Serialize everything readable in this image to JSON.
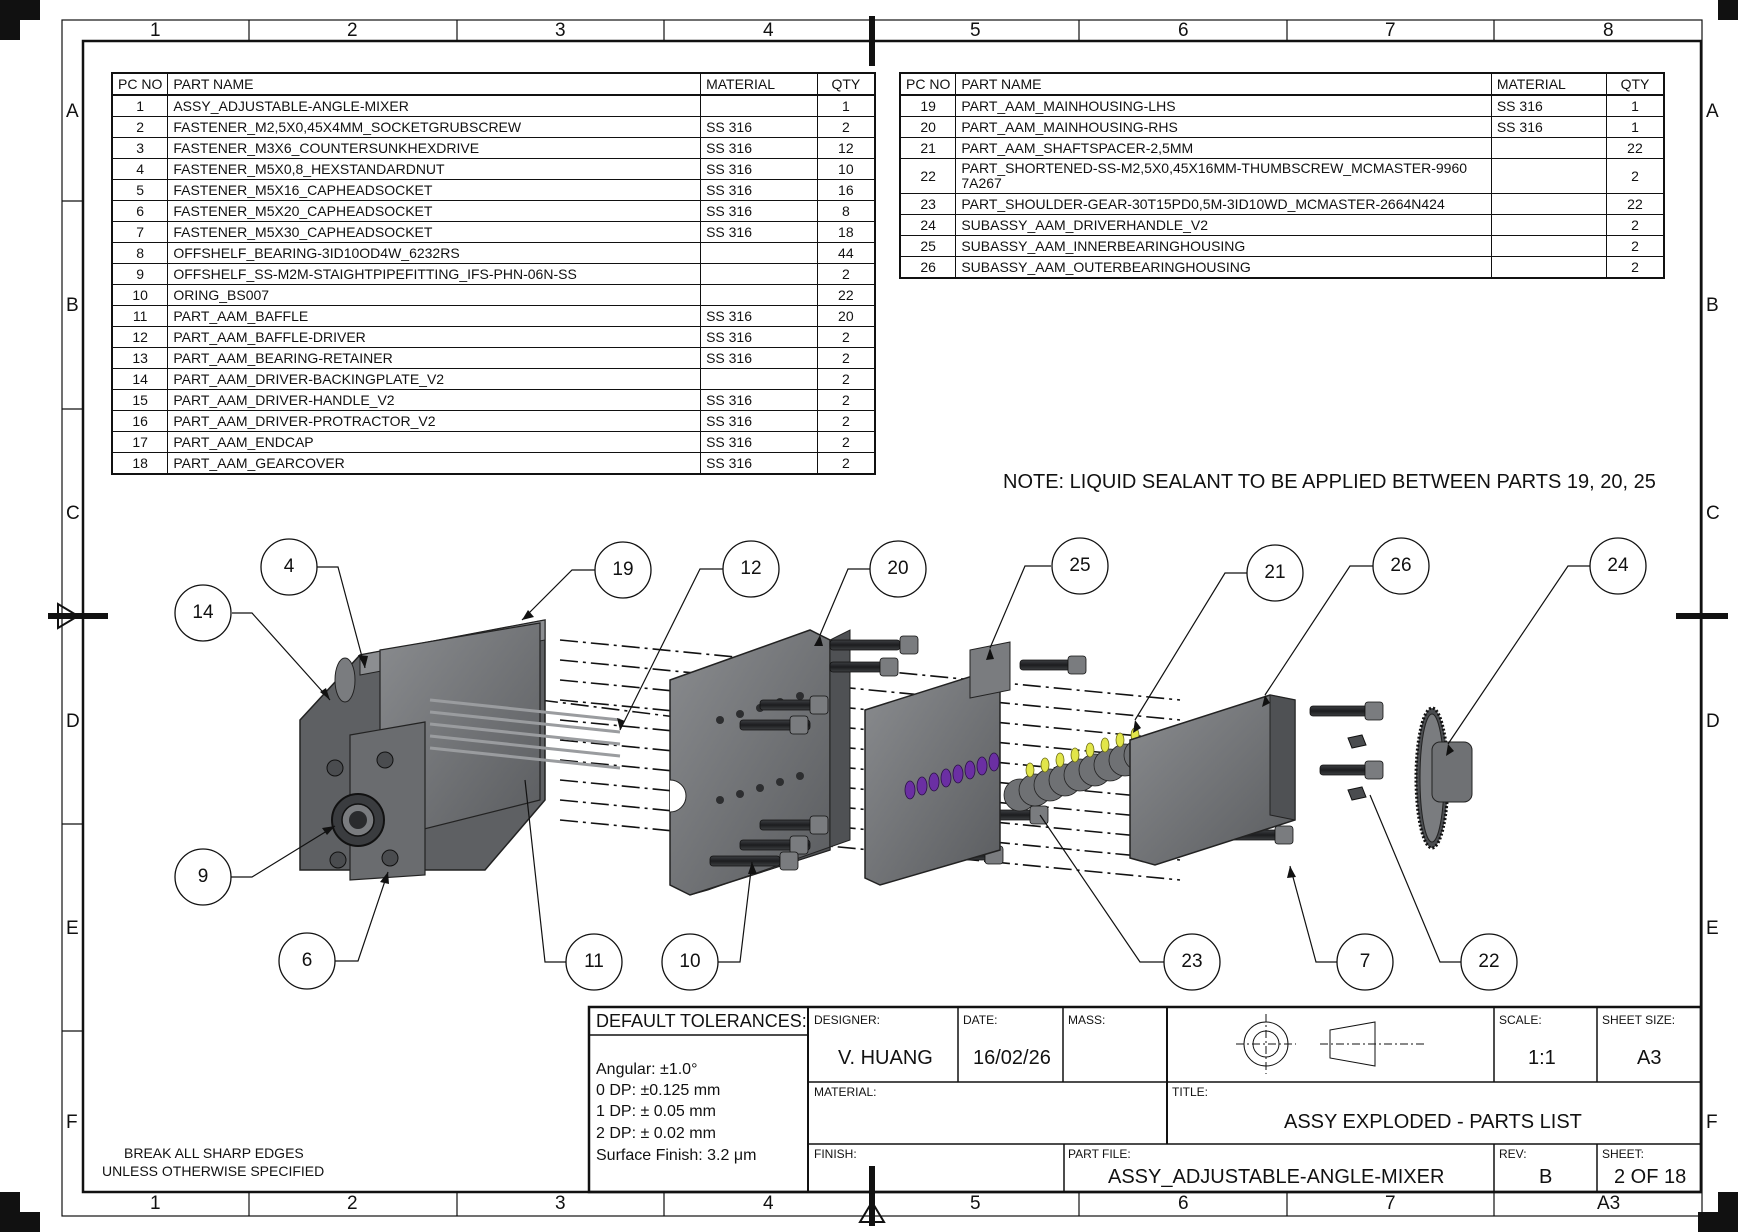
{
  "grid": {
    "columns": [
      "1",
      "2",
      "3",
      "4",
      "5",
      "6",
      "7",
      "8"
    ],
    "rows": [
      "A",
      "B",
      "C",
      "D",
      "E",
      "F"
    ],
    "bottom_right_label": "A3"
  },
  "bom_headers": {
    "pc": "PC NO",
    "name": "PART NAME",
    "material": "MATERIAL",
    "qty": "QTY"
  },
  "bom_left": [
    {
      "pc": "1",
      "name": "ASSY_ADJUSTABLE-ANGLE-MIXER",
      "material": "",
      "qty": "1"
    },
    {
      "pc": "2",
      "name": "FASTENER_M2,5X0,45X4MM_SOCKETGRUBSCREW",
      "material": "SS 316",
      "qty": "2"
    },
    {
      "pc": "3",
      "name": "FASTENER_M3X6_COUNTERSUNKHEXDRIVE",
      "material": "SS 316",
      "qty": "12"
    },
    {
      "pc": "4",
      "name": "FASTENER_M5X0,8_HEXSTANDARDNUT",
      "material": "SS 316",
      "qty": "10"
    },
    {
      "pc": "5",
      "name": "FASTENER_M5X16_CAPHEADSOCKET",
      "material": "SS 316",
      "qty": "16"
    },
    {
      "pc": "6",
      "name": "FASTENER_M5X20_CAPHEADSOCKET",
      "material": "SS 316",
      "qty": "8"
    },
    {
      "pc": "7",
      "name": "FASTENER_M5X30_CAPHEADSOCKET",
      "material": "SS 316",
      "qty": "18"
    },
    {
      "pc": "8",
      "name": "OFFSHELF_BEARING-3ID10OD4W_6232RS",
      "material": "",
      "qty": "44"
    },
    {
      "pc": "9",
      "name": "OFFSHELF_SS-M2M-STAIGHTPIPEFITTING_IFS-PHN-06N-SS",
      "material": "",
      "qty": "2"
    },
    {
      "pc": "10",
      "name": "ORING_BS007",
      "material": "",
      "qty": "22"
    },
    {
      "pc": "11",
      "name": "PART_AAM_BAFFLE",
      "material": "SS 316",
      "qty": "20"
    },
    {
      "pc": "12",
      "name": "PART_AAM_BAFFLE-DRIVER",
      "material": "SS 316",
      "qty": "2"
    },
    {
      "pc": "13",
      "name": "PART_AAM_BEARING-RETAINER",
      "material": "SS 316",
      "qty": "2"
    },
    {
      "pc": "14",
      "name": "PART_AAM_DRIVER-BACKINGPLATE_V2",
      "material": "",
      "qty": "2"
    },
    {
      "pc": "15",
      "name": "PART_AAM_DRIVER-HANDLE_V2",
      "material": "SS 316",
      "qty": "2"
    },
    {
      "pc": "16",
      "name": "PART_AAM_DRIVER-PROTRACTOR_V2",
      "material": "SS 316",
      "qty": "2"
    },
    {
      "pc": "17",
      "name": "PART_AAM_ENDCAP",
      "material": "SS 316",
      "qty": "2"
    },
    {
      "pc": "18",
      "name": "PART_AAM_GEARCOVER",
      "material": "SS 316",
      "qty": "2"
    }
  ],
  "bom_right": [
    {
      "pc": "19",
      "name": "PART_AAM_MAINHOUSING-LHS",
      "material": "SS 316",
      "qty": "1"
    },
    {
      "pc": "20",
      "name": "PART_AAM_MAINHOUSING-RHS",
      "material": "SS 316",
      "qty": "1"
    },
    {
      "pc": "21",
      "name": "PART_AAM_SHAFTSPACER-2,5MM",
      "material": "",
      "qty": "22"
    },
    {
      "pc": "22",
      "name": "PART_SHORTENED-SS-M2,5X0,45X16MM-THUMBSCREW_MCMASTER-99607A267",
      "name_line1": "PART_SHORTENED-SS-M2,5X0,45X16MM-THUMBSCREW_MCMASTER-9960",
      "name_line2": "7A267",
      "material": "",
      "qty": "2"
    },
    {
      "pc": "23",
      "name": "PART_SHOULDER-GEAR-30T15PD0,5M-3ID10WD_MCMASTER-2664N424",
      "material": "",
      "qty": "22"
    },
    {
      "pc": "24",
      "name": "SUBASSY_AAM_DRIVERHANDLE_V2",
      "material": "",
      "qty": "2"
    },
    {
      "pc": "25",
      "name": "SUBASSY_AAM_INNERBEARINGHOUSING",
      "material": "",
      "qty": "2"
    },
    {
      "pc": "26",
      "name": "SUBASSY_AAM_OUTERBEARINGHOUSING",
      "material": "",
      "qty": "2"
    }
  ],
  "note": "NOTE: LIQUID SEALANT TO BE APPLIED BETWEEN PARTS 19, 20, 25",
  "balloons": {
    "b4": "4",
    "b14": "14",
    "b19": "19",
    "b12": "12",
    "b20": "20",
    "b25": "25",
    "b21": "21",
    "b26": "26",
    "b24": "24",
    "b9": "9",
    "b6": "6",
    "b11": "11",
    "b10": "10",
    "b23": "23",
    "b7": "7",
    "b22": "22"
  },
  "break_edges": {
    "line1": "BREAK ALL SHARP EDGES",
    "line2": "UNLESS OTHERWISE SPECIFIED"
  },
  "tolerances": {
    "title": "DEFAULT TOLERANCES:",
    "angular": "Angular: ±1.0°",
    "dp0": "0 DP: ±0.125 mm",
    "dp1": "1 DP: ± 0.05 mm",
    "dp2": "2 DP: ± 0.02 mm",
    "finish": "Surface Finish: 3.2 μm"
  },
  "title_block": {
    "designer_label": "DESIGNER:",
    "designer": "V. HUANG",
    "date_label": "DATE:",
    "date": "16/02/26",
    "mass_label": "MASS:",
    "mass": "",
    "scale_label": "SCALE:",
    "scale": "1:1",
    "sheet_size_label": "SHEET SIZE:",
    "sheet_size": "A3",
    "material_label": "MATERIAL:",
    "material": "",
    "title_label": "TITLE:",
    "title": "ASSY EXPLODED - PARTS LIST",
    "finish_label": "FINISH:",
    "finish": "",
    "part_file_label": "PART FILE:",
    "part_file": "ASSY_ADJUSTABLE-ANGLE-MIXER",
    "rev_label": "REV:",
    "rev": "B",
    "sheet_label": "SHEET:",
    "sheet": "2 OF 18"
  },
  "projection_icon": "third-angle-projection-icon",
  "colors": {
    "line": "#111111",
    "part_gray": "#6f7174",
    "part_dark": "#4a4c4f",
    "oring": "#6b2fa3",
    "spacer": "#e2e64a"
  }
}
